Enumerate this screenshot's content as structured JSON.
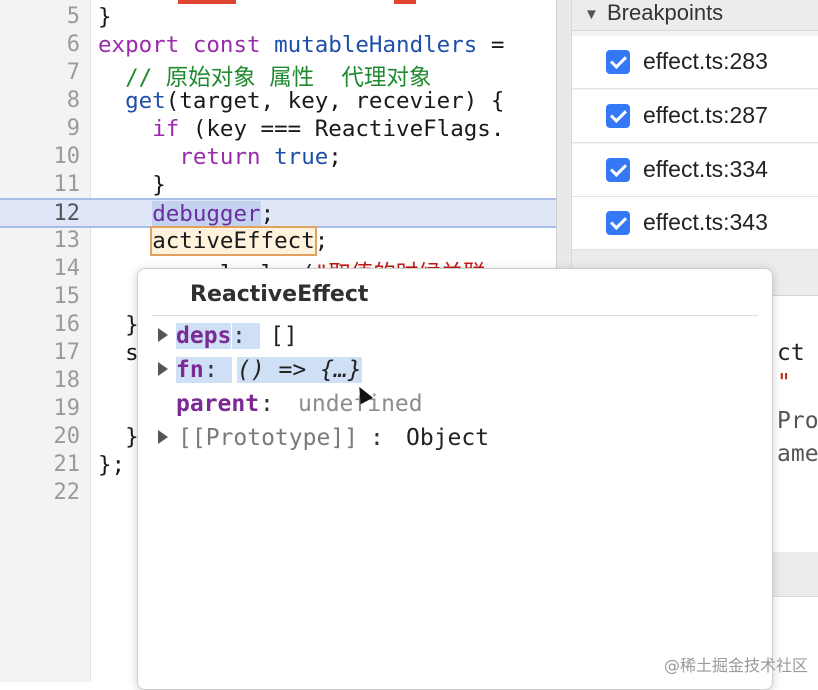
{
  "editor": {
    "lines": [
      {
        "n": "5",
        "text": "}"
      },
      {
        "n": "6",
        "kw": "export const",
        "fn": " mutableHandlers",
        "rest": " ="
      },
      {
        "n": "7",
        "indent": "  ",
        "comment": "// 原始对象 属性  代理对象"
      },
      {
        "n": "8",
        "indent": "  ",
        "fn": "get",
        "rest": "(target, key, recevier) {"
      },
      {
        "n": "9",
        "indent": "    ",
        "kw": "if",
        "rest": " (key === ReactiveFlags."
      },
      {
        "n": "10",
        "indent": "      ",
        "kw": "return",
        "lit": " true",
        "rest": ";"
      },
      {
        "n": "11",
        "indent": "    ",
        "rest": "}"
      },
      {
        "n": "12",
        "indent": "    ",
        "debugger": "debugger",
        "rest": ";"
      },
      {
        "n": "13",
        "indent": "    ",
        "hover_token": "activeEffect",
        "rest": ";"
      },
      {
        "n": "14",
        "indent": "    ",
        "rest": "console.log(",
        "str": "\"取值的时候关联e"
      },
      {
        "n": "15",
        "indent": "",
        "rest": ""
      },
      {
        "n": "16",
        "indent": "  ",
        "rest": "}"
      },
      {
        "n": "17",
        "indent": "  ",
        "rest": "s"
      },
      {
        "n": "18",
        "indent": "",
        "rest": ""
      },
      {
        "n": "19",
        "indent": "",
        "rest": ""
      },
      {
        "n": "20",
        "indent": "  ",
        "rest": "}"
      },
      {
        "n": "21",
        "indent": "",
        "rest": "};"
      },
      {
        "n": "22",
        "indent": "",
        "rest": ""
      }
    ]
  },
  "breakpoints": {
    "title": "Breakpoints",
    "items": [
      {
        "label": "effect.ts:283",
        "checked": true
      },
      {
        "label": "effect.ts:287",
        "checked": true
      },
      {
        "label": "effect.ts:334",
        "checked": true
      },
      {
        "label": "effect.ts:343",
        "checked": true
      }
    ]
  },
  "scope_fragments": [
    "ct",
    "\"",
    "Pro",
    "ame"
  ],
  "popover": {
    "title": "ReactiveEffect",
    "props": [
      {
        "key": "deps",
        "value": "[]",
        "expandable": true
      },
      {
        "key": "fn",
        "value": "() => {…}",
        "expandable": true
      },
      {
        "key": "parent",
        "value": "undefined",
        "expandable": false
      },
      {
        "key": "[[Prototype]]",
        "value": "Object",
        "expandable": true
      }
    ]
  },
  "watermark": "@稀土掘金技术社区",
  "colors": {
    "paused_line": "#dee6f7",
    "checkbox": "#3478f6",
    "keyword": "#9b2bad"
  }
}
